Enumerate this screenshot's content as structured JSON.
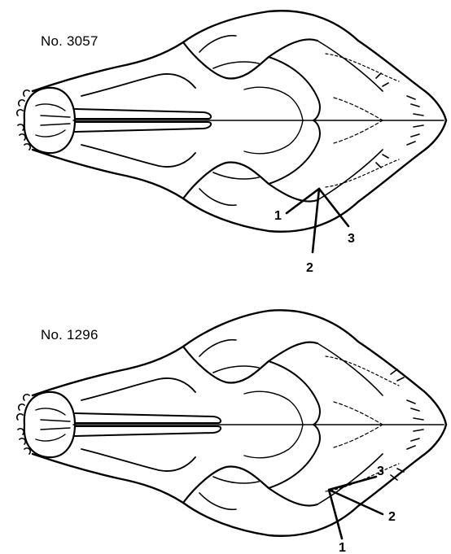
{
  "figure": {
    "specimens": [
      {
        "label": "No. 3057",
        "callouts": [
          "1",
          "2",
          "3"
        ]
      },
      {
        "label": "No. 1296",
        "callouts": [
          "1",
          "2",
          "3"
        ]
      }
    ]
  }
}
